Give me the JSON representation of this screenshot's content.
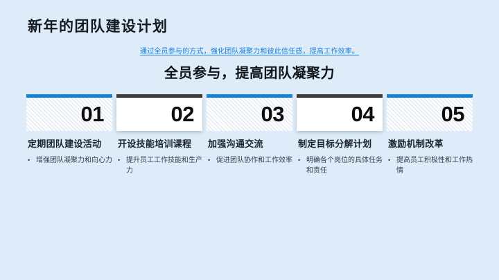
{
  "slide": {
    "title": "新年的团队建设计划",
    "subtitle": "通过全员参与的方式，强化团队凝聚力和彼此信任感，提高工作效率。",
    "heading": "全员参与，提高团队凝聚力",
    "bullet_marker": "•",
    "colors": {
      "background": "#ddecf8",
      "accent_blue": "#1783d6",
      "dark_bar": "#3b3838",
      "link_blue": "#1a7ed8",
      "text_dark": "#14191f"
    }
  },
  "cards": [
    {
      "number": "01",
      "title": "定期团队建设活动",
      "bullet": "增强团队凝聚力和向心力"
    },
    {
      "number": "02",
      "title": "开设技能培训课程",
      "bullet": "提升员工工作技能和生产力"
    },
    {
      "number": "03",
      "title": "加强沟通交流",
      "bullet": "促进团队协作和工作效率"
    },
    {
      "number": "04",
      "title": "制定目标分解计划",
      "bullet": "明确各个岗位的具体任务和责任"
    },
    {
      "number": "05",
      "title": "激励机制改革",
      "bullet": "提高员工积极性和工作热情"
    }
  ]
}
